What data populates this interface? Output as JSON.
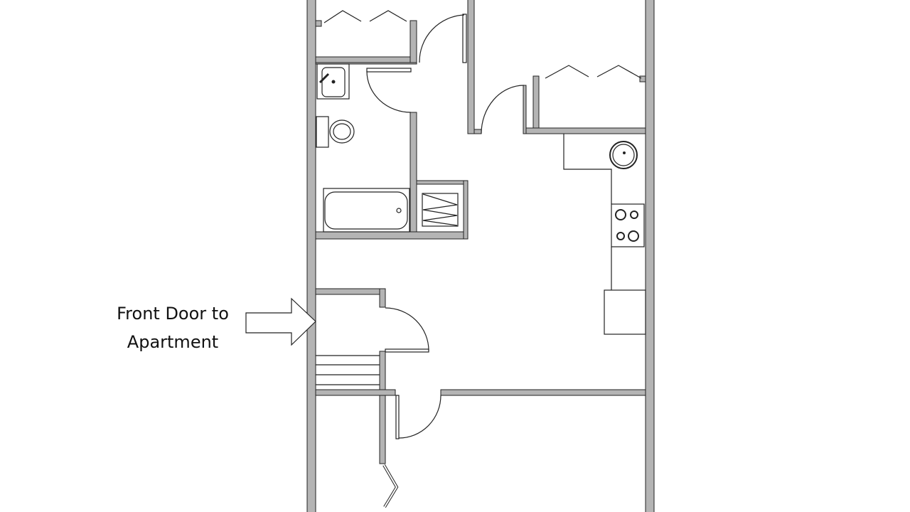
{
  "title": "Apartment floor plan",
  "annotation": {
    "line1": "Front Door to",
    "line2": "Apartment"
  },
  "colors": {
    "wall": "#b4b4b4",
    "line": "#222222",
    "background": "#ffffff"
  }
}
